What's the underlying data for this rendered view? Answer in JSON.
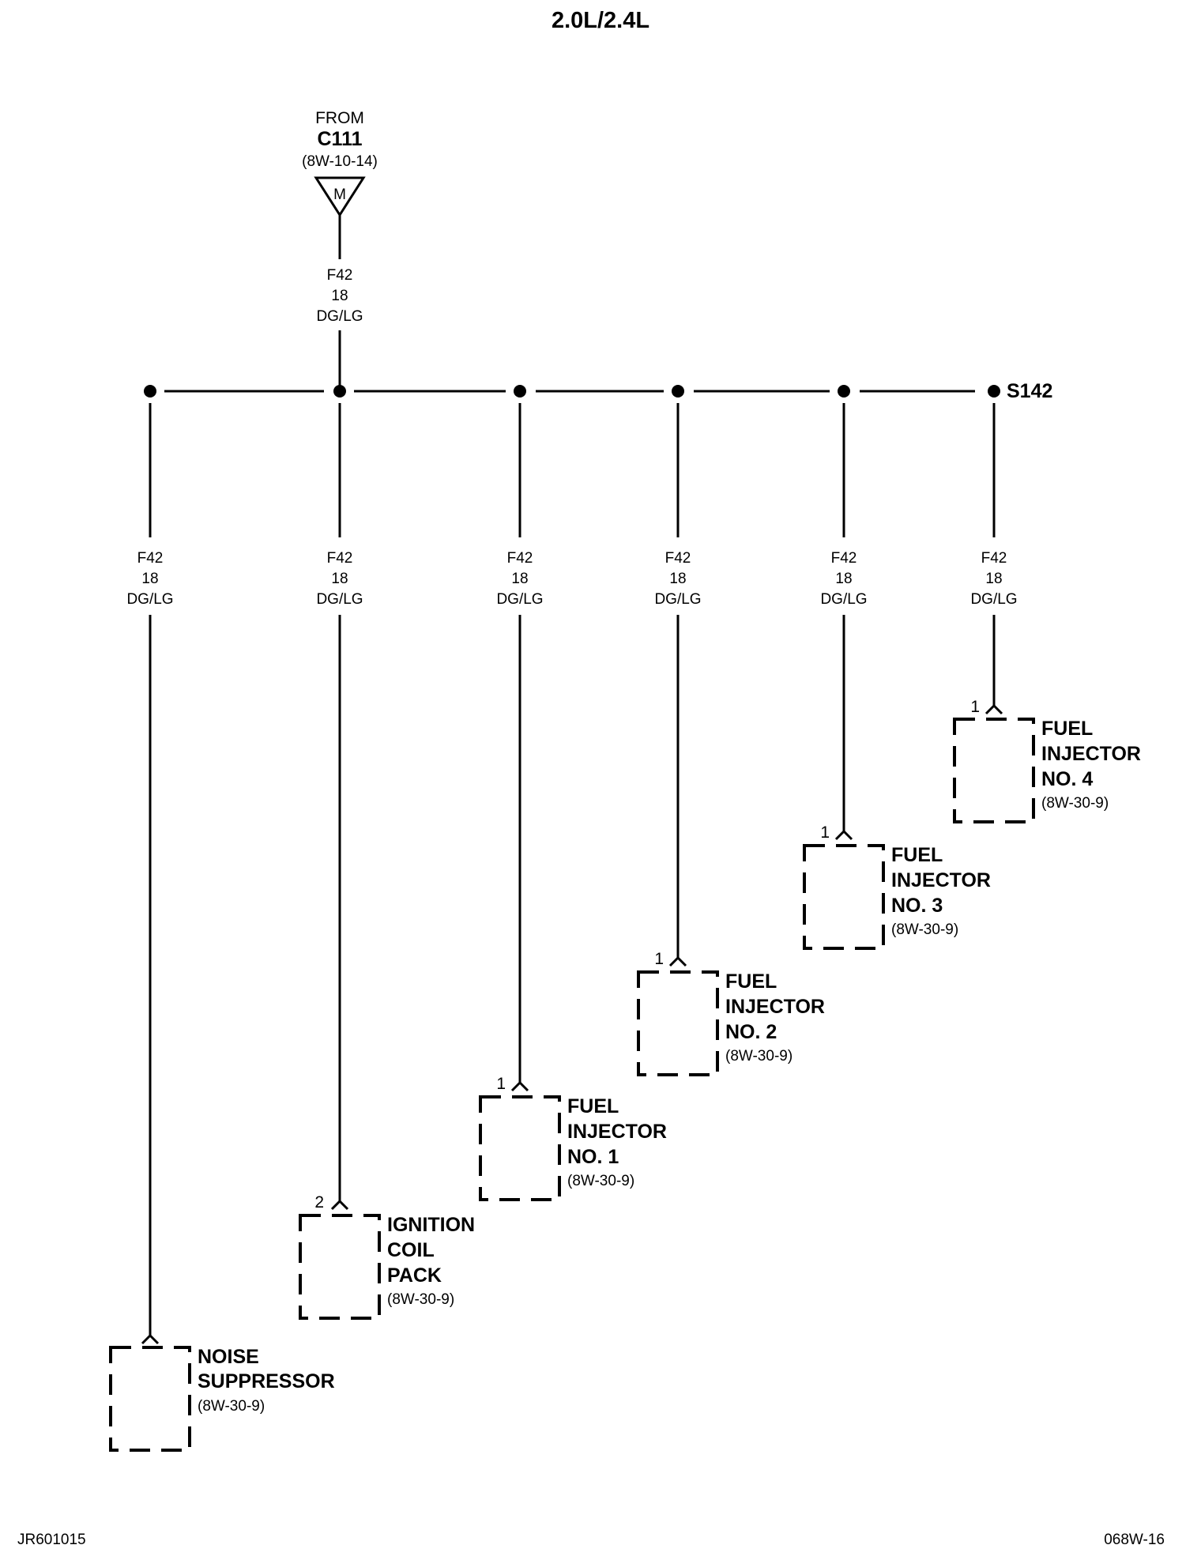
{
  "title": "2.0L/2.4L",
  "source": {
    "from_label": "FROM",
    "connector": "C111",
    "ref": "(8W-10-14)",
    "pin": "M",
    "wire": {
      "circuit": "F42",
      "gauge": "18",
      "color": "DG/LG"
    }
  },
  "splice": {
    "label": "S142"
  },
  "branches": [
    {
      "wire": {
        "circuit": "F42",
        "gauge": "18",
        "color": "DG/LG"
      },
      "pin": "",
      "component": {
        "lines": [
          "NOISE",
          "SUPPRESSOR"
        ],
        "ref": "(8W-30-9)"
      }
    },
    {
      "wire": {
        "circuit": "F42",
        "gauge": "18",
        "color": "DG/LG"
      },
      "pin": "2",
      "component": {
        "lines": [
          "IGNITION",
          "COIL",
          "PACK"
        ],
        "ref": "(8W-30-9)"
      }
    },
    {
      "wire": {
        "circuit": "F42",
        "gauge": "18",
        "color": "DG/LG"
      },
      "pin": "1",
      "component": {
        "lines": [
          "FUEL",
          "INJECTOR",
          "NO. 1"
        ],
        "ref": "(8W-30-9)"
      }
    },
    {
      "wire": {
        "circuit": "F42",
        "gauge": "18",
        "color": "DG/LG"
      },
      "pin": "1",
      "component": {
        "lines": [
          "FUEL",
          "INJECTOR",
          "NO. 2"
        ],
        "ref": "(8W-30-9)"
      }
    },
    {
      "wire": {
        "circuit": "F42",
        "gauge": "18",
        "color": "DG/LG"
      },
      "pin": "1",
      "component": {
        "lines": [
          "FUEL",
          "INJECTOR",
          "NO. 3"
        ],
        "ref": "(8W-30-9)"
      }
    },
    {
      "wire": {
        "circuit": "F42",
        "gauge": "18",
        "color": "DG/LG"
      },
      "pin": "1",
      "component": {
        "lines": [
          "FUEL",
          "INJECTOR",
          "NO. 4"
        ],
        "ref": "(8W-30-9)"
      }
    }
  ],
  "footer": {
    "left": "JR601015",
    "right": "068W-16"
  }
}
